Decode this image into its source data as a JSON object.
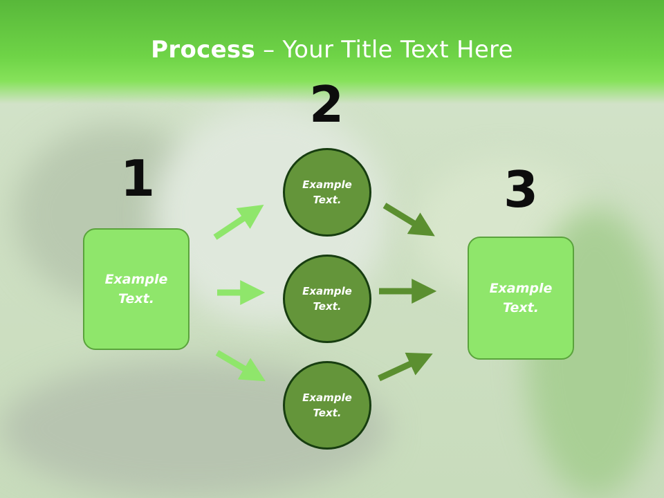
{
  "title": {
    "bold": "Process",
    "rest": " – Your Title Text Here"
  },
  "steps": [
    {
      "number": "1",
      "label": "Example\nText."
    },
    {
      "number": "2",
      "label": "Example\nText."
    },
    {
      "number": "3",
      "label": "Example\nText."
    }
  ],
  "circles": [
    {
      "label": "Example\nText."
    },
    {
      "label": "Example\nText."
    },
    {
      "label": "Example\nText."
    }
  ],
  "colors": {
    "title_band": "#6fd447",
    "box_fill": "#8fe66b",
    "circle_fill": "#64953a",
    "circle_border": "#173d10",
    "arrow_in": "#8fe66b",
    "arrow_out": "#5b8f30"
  }
}
